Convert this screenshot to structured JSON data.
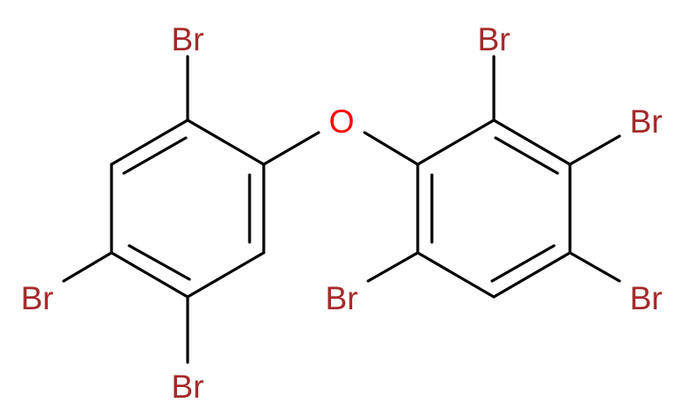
{
  "molecule": {
    "colors": {
      "bond": "#000000",
      "bromine": "#a52a2a",
      "oxygen": "#ff0000",
      "background": "#ffffff"
    },
    "atoms": {
      "br_top_left": "Br",
      "br_left": "Br",
      "br_bottom_left": "Br",
      "oxygen": "O",
      "br_top_right": "Br",
      "br_right_upper": "Br",
      "br_right_lower": "Br",
      "br_ring_bottom": "Br"
    }
  }
}
